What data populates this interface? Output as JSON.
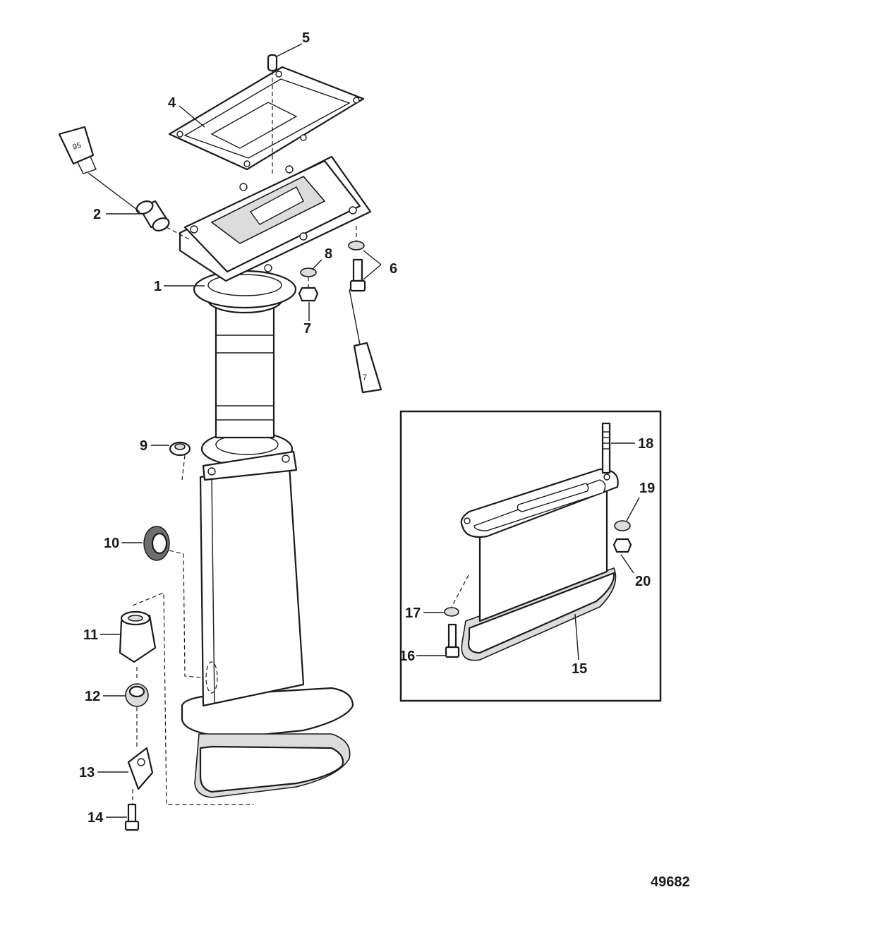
{
  "diagram": {
    "figure_number": "49682",
    "tubes": [
      {
        "id": "tube-95",
        "label": "95"
      },
      {
        "id": "tube-7",
        "label": "7"
      }
    ],
    "callouts": [
      "1",
      "2",
      "4",
      "5",
      "6",
      "7",
      "8",
      "9",
      "10",
      "11",
      "12",
      "13",
      "14",
      "15",
      "16",
      "17",
      "18",
      "19",
      "20"
    ]
  }
}
